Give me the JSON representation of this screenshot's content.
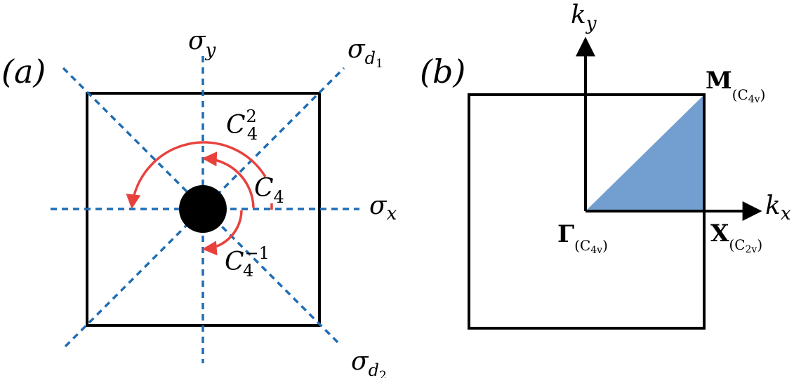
{
  "colors": {
    "outline": "#000000",
    "mirror_line": "#1f6db5",
    "rotation_arrow": "#e8413c",
    "ibz_fill": "#729fcf"
  },
  "panel_a": {
    "label": "(a)",
    "mirror_planes": {
      "sigma_y": {
        "base": "σ",
        "sub": "y"
      },
      "sigma_x": {
        "base": "σ",
        "sub": "x"
      },
      "sigma_d1": {
        "base": "σ",
        "sub": "d",
        "subsub": "1"
      },
      "sigma_d2": {
        "base": "σ",
        "sub": "d",
        "subsub": "2"
      }
    },
    "rotations": {
      "c4": {
        "base": "C",
        "sub": "4",
        "sup": ""
      },
      "c4_2": {
        "base": "C",
        "sub": "4",
        "sup": "2"
      },
      "c4_inv": {
        "base": "C",
        "sub": "4",
        "sup": "−1"
      }
    }
  },
  "panel_b": {
    "label": "(b)",
    "axes": {
      "kx": {
        "base": "k",
        "sub": "x"
      },
      "ky": {
        "base": "k",
        "sub": "y"
      }
    },
    "points": {
      "gamma": {
        "symbol": "Γ",
        "group": "(C",
        "group_sub": "4v",
        "group_end": ")"
      },
      "x": {
        "symbol": "X",
        "group": "(C",
        "group_sub": "2v",
        "group_end": ")"
      },
      "m": {
        "symbol": "M",
        "group": "(C",
        "group_sub": "4v",
        "group_end": ")"
      }
    }
  }
}
